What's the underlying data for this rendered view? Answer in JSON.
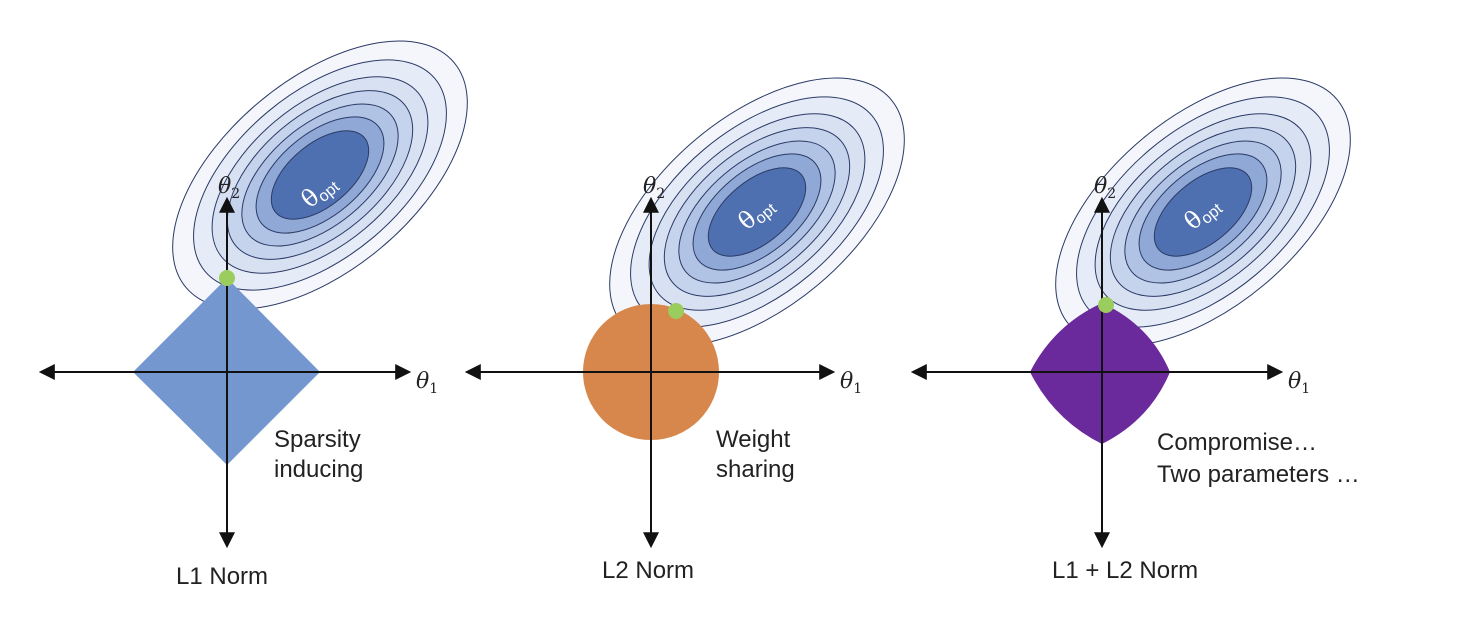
{
  "colors": {
    "background": "#ffffff",
    "contour_outer_fill": "#f4f6fb",
    "contour_line": "#2b3a66",
    "contour_fills": [
      "#f4f6fb",
      "#e6ecf7",
      "#d7e1f2",
      "#c5d3ec",
      "#b0c3e4",
      "#8fa8d6",
      "#4f70b0"
    ],
    "optimum_point": "#9bcc5e",
    "l1_region": "#7597cf",
    "l2_region": "#d8874c",
    "elastic_region": "#6a2a9c"
  },
  "axes": {
    "theta_symbol": "θ",
    "x_subscript": "1",
    "y_subscript": "2",
    "opt_subscript": "opt"
  },
  "panels": [
    {
      "id": "l1",
      "caption": "L1 Norm",
      "note_lines": [
        "Sparsity",
        "inducing"
      ],
      "region_shape": "diamond",
      "region_color_key": "l1_region"
    },
    {
      "id": "l2",
      "caption": "L2 Norm",
      "note_lines": [
        "Weight",
        "sharing"
      ],
      "region_shape": "circle",
      "region_color_key": "l2_region"
    },
    {
      "id": "elastic",
      "caption": "L1 + L2 Norm",
      "note_lines": [
        "Compromise…",
        "Two parameters …"
      ],
      "region_shape": "rounded-diamond",
      "region_color_key": "elastic_region"
    }
  ]
}
